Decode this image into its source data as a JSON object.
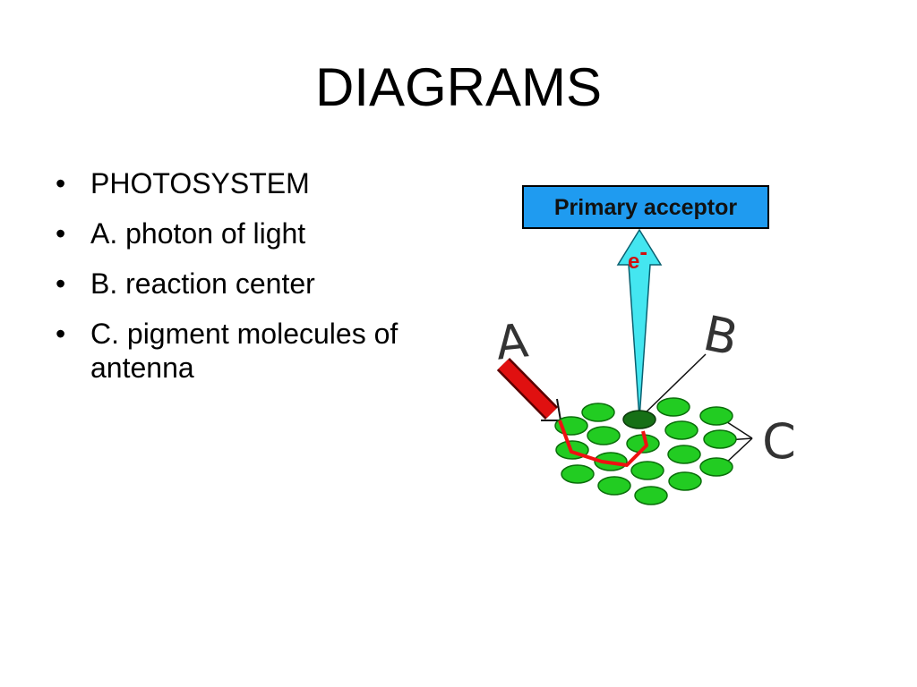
{
  "title": "DIAGRAMS",
  "bullet_char": "•",
  "bullets": [
    "PHOTOSYSTEM",
    "A. photon of light",
    "B. reaction center",
    "C. pigment molecules of antenna"
  ],
  "diagram": {
    "acceptor_label": "Primary acceptor",
    "electron_label": "e",
    "electron_charge": "-",
    "label_a": "A",
    "label_b": "B",
    "label_c": "C",
    "colors": {
      "acceptor_box": "#1f9bf0",
      "electron_arrow": "#44e6f0",
      "photon_arrow": "#e01010",
      "pigment": "#22cc22",
      "pigment_outline": "#0a6e0a",
      "reaction_center": "#167016",
      "energy_path": "#ee1111"
    }
  }
}
